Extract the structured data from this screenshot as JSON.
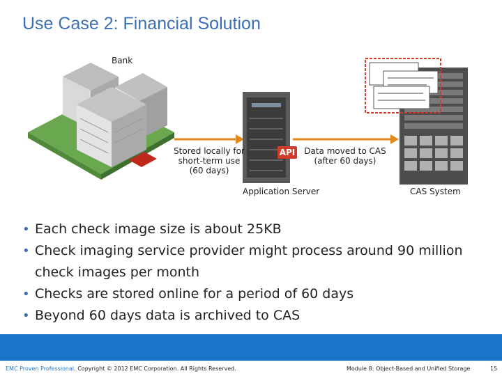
{
  "slide": {
    "title": "Use Case 2: Financial Solution",
    "labels": {
      "bank": "Bank",
      "stored_line1": "Stored locally for",
      "stored_line2": "short-term use",
      "stored_line3": "(60 days)",
      "api": "API",
      "moved_line1": "Data moved to CAS",
      "moved_line2": "(after 60 days)",
      "app_server": "Application Server",
      "cas_system": "CAS System"
    },
    "bullets": [
      "Each check image size is about 25KB",
      "Check imaging service provider might process around 90 million check images per month",
      "Checks are stored online for a period of 60 days",
      "Beyond 60 days data is archived to CAS"
    ],
    "footer": {
      "brand": "EMC Proven Professional",
      "copyright": ". Copyright © 2012 EMC Corporation. All Rights Reserved.",
      "module": "Module 8: Object-Based and Unified Storage",
      "page": "15"
    },
    "colors": {
      "title": "#3b6fb6",
      "api": "#d23b2a",
      "footer_band": "#1a75c9"
    }
  }
}
